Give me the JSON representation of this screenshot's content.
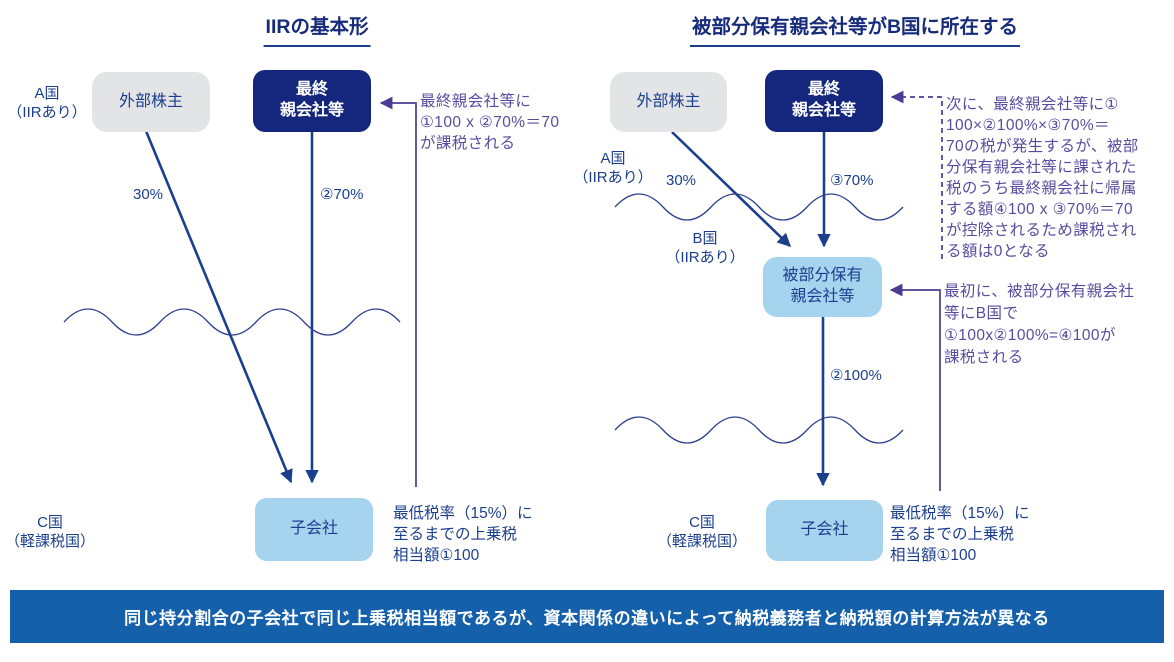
{
  "colors": {
    "navy_line": "#1B3E8F",
    "deep_blue_box": "#15277D",
    "light_blue_box": "#A6D3EE",
    "gray_box": "#E3E4E6",
    "purple_note": "#584CA0",
    "purple_line": "#4A3C94",
    "banner_blue": "#1460AB",
    "title_navy": "#172B7B"
  },
  "left": {
    "title": "IIRの基本形",
    "country_a_label": "A国\n（IIRあり）",
    "country_c_label": "C国\n（軽課税国）",
    "external_shareholder_box": "外部株主",
    "ultimate_parent_box": "最終\n親会社等",
    "subsidiary_box": "子会社",
    "ownership_external": "30%",
    "ownership_parent": "②70%",
    "parent_tax_note": "最終親会社等に\n①100 x ②70%＝70\nが課税される",
    "topup_note": "最低税率（15%）に\n至るまでの上乗税\n相当額①100"
  },
  "right": {
    "title": "被部分保有親会社等がB国に所在する",
    "country_a_label": "A国\n（IIRあり）",
    "country_b_label": "B国\n（IIRあり）",
    "country_c_label": "C国\n（軽課税国）",
    "external_shareholder_box": "外部株主",
    "ultimate_parent_box": "最終\n親会社等",
    "partially_owned_parent_box": "被部分保有\n親会社等",
    "subsidiary_box": "子会社",
    "ownership_external": "30%",
    "ownership_parent": "③70%",
    "ownership_pope": "②100%",
    "second_step_note": "次に、最終親会社等に①\n100×②100%×③70%＝\n70の税が発生するが、被部\n分保有親会社等に課された\n税のうち最終親会社に帰属\nする額④100 x ③70%＝70\nが控除されるため課税され\nる額は0となる",
    "first_step_note": "最初に、被部分保有親会社\n等にB国で\n①100x②100%=④100が\n課税される",
    "topup_note": "最低税率（15%）に\n至るまでの上乗税\n相当額①100"
  },
  "banner": {
    "text": "同じ持分割合の子会社で同じ上乗税相当額であるが、資本関係の違いによって納税義務者と納税額の計算方法が異なる"
  }
}
